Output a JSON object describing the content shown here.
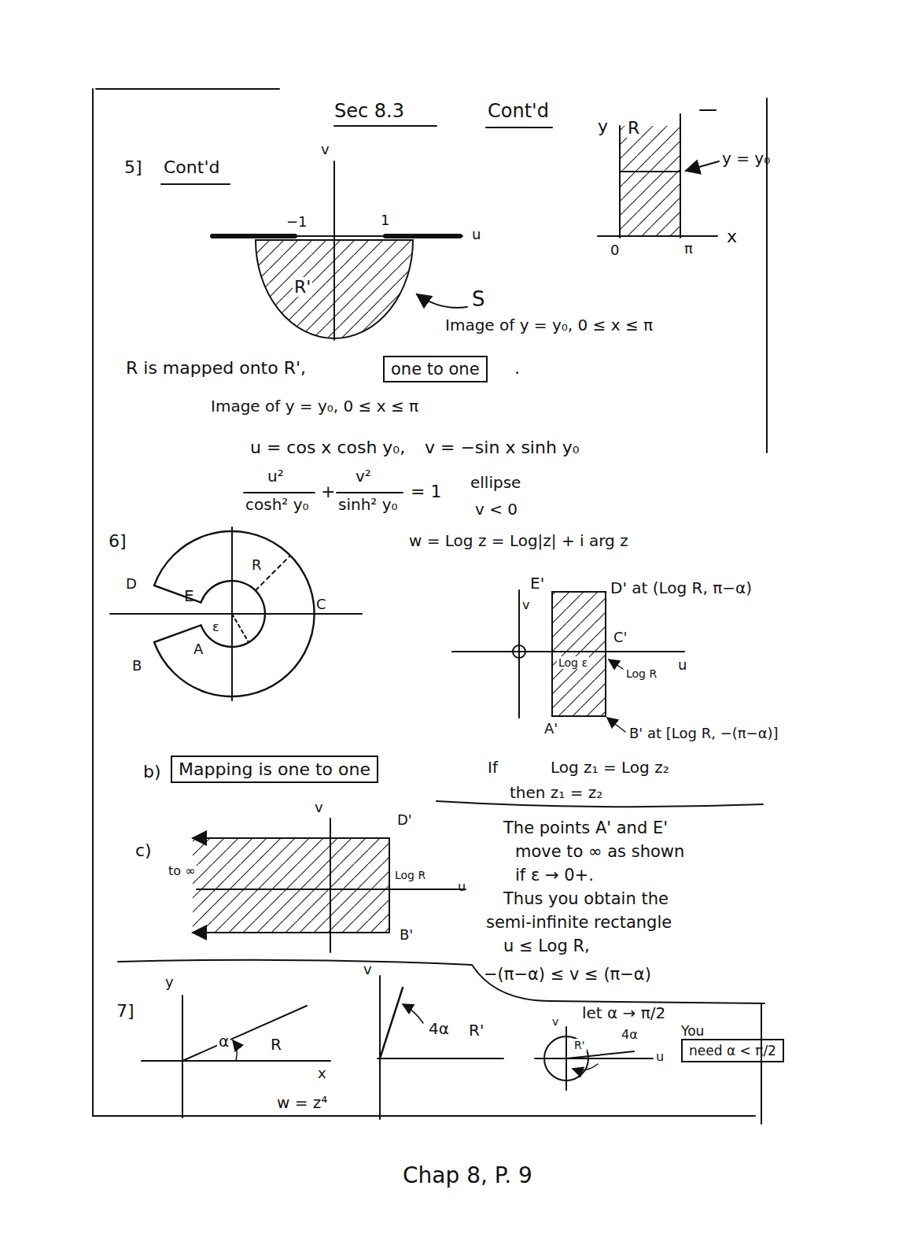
{
  "diagram": {
    "nodes": [
      {
        "text": [
          "one to one"
        ]
      },
      {
        "text": [
          "Mapping is one to one"
        ]
      },
      {
        "text": [
          "You",
          "need α < π/2"
        ]
      }
    ],
    "labels": [
      "Sec 8.3",
      "Cont'd",
      "5]",
      "Cont'd",
      "v",
      "−1",
      "1",
      "u",
      "R'",
      "S",
      "Image of y = y₀, 0 ≤ x ≤ π",
      "y",
      "R",
      "y = y₀",
      "0",
      "π",
      "x",
      "R is mapped onto R',",
      ".",
      "Image of y = y₀, 0 ≤ x ≤ π",
      "u = cos x cosh y₀,",
      "v = −sin x sinh y₀",
      "u²",
      "cosh² y₀",
      "+",
      "v²",
      "sinh² y₀",
      "= 1",
      "ellipse",
      "v < 0",
      "6]",
      "w = Log z = Log|z| + i arg z",
      "D",
      "E",
      "R",
      "ε",
      "C",
      "B",
      "A",
      "E'",
      "D' at (Log R, π−α)",
      "v",
      "C'",
      "u",
      "Log ε",
      "Log R",
      "A'",
      "B' at [Log R, −(π−α)]",
      "b)",
      "If",
      "Log z₁ = Log z₂",
      "then z₁ = z₂",
      "c)",
      "v",
      "D'",
      "to ∞",
      "Log R",
      "u",
      "B'",
      "The points A' and E'",
      "move to ∞ as shown",
      "if ε → 0+.",
      "Thus you obtain the",
      "semi-infinite rectangle",
      "u ≤ Log R,",
      "−(π−α) ≤ v ≤ (π−α)",
      "7]",
      "y",
      "α",
      "R",
      "x",
      "w = z⁴",
      "v",
      "4α",
      "R'",
      "let α → π/2",
      "v",
      "R'",
      "4α",
      "u",
      "Chap 8, P. 9"
    ]
  }
}
